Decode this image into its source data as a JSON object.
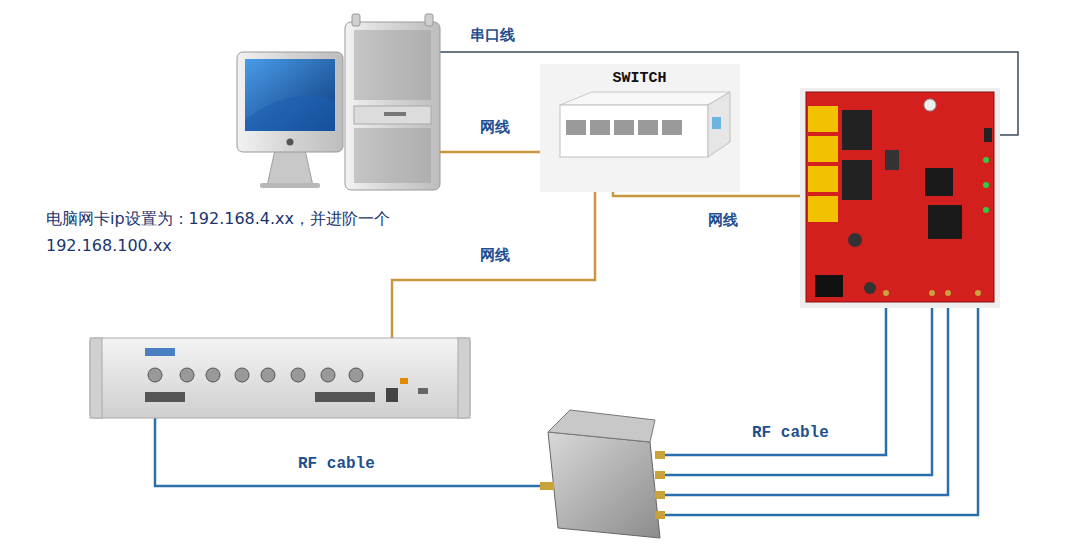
{
  "diagram": {
    "nodes": [
      {
        "text": [
          "SWITCH"
        ]
      }
    ],
    "labels": [
      "串口线",
      "网线",
      "网线",
      "网线",
      "电脑网卡ip设置为：192.168.4.xx，并进阶一个 192.168.100.xx",
      "RF cable",
      "RF cable"
    ]
  }
}
